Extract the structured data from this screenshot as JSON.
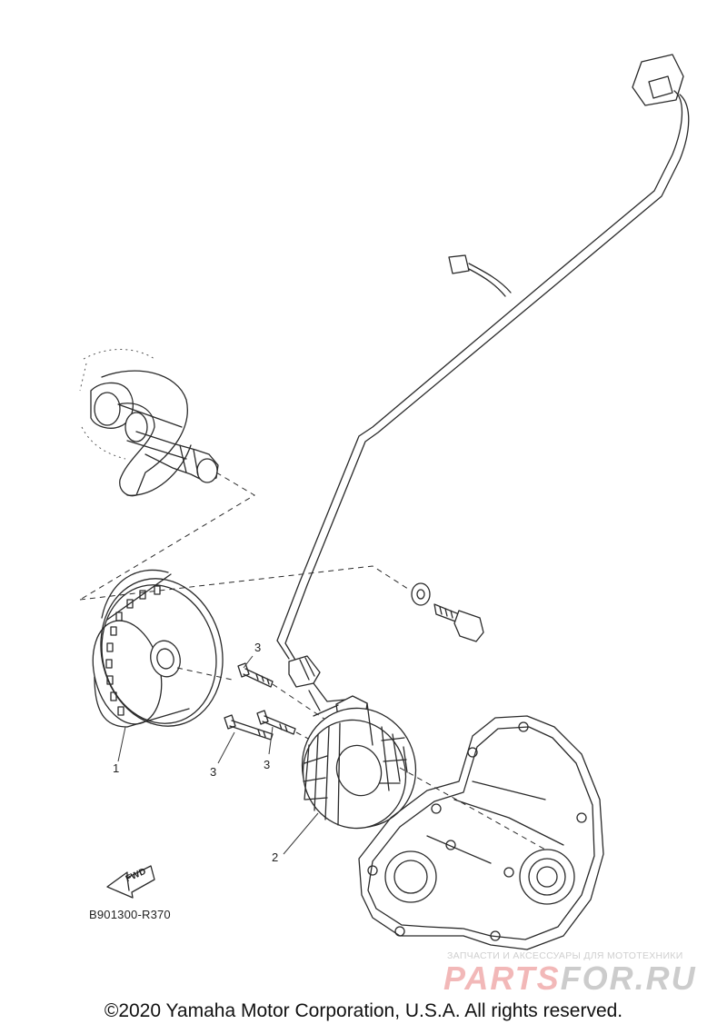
{
  "callouts": {
    "c1": "1",
    "c2": "2",
    "c3a": "3",
    "c3b": "3",
    "c3c": "3"
  },
  "fwd_label": "FWD",
  "diagram_code": "B901300-R370",
  "watermark": {
    "tagline": "ЗАПЧАСТИ И АКСЕССУАРЫ ДЛЯ МОТОТЕХНИКИ",
    "logo_part1": "PARTS",
    "logo_part2": "FOR.RU",
    "logo_color_1": "#f2b8b8",
    "logo_color_2": "#cccccc"
  },
  "copyright": "©2020 Yamaha Motor Corporation, U.S.A. All rights reserved."
}
